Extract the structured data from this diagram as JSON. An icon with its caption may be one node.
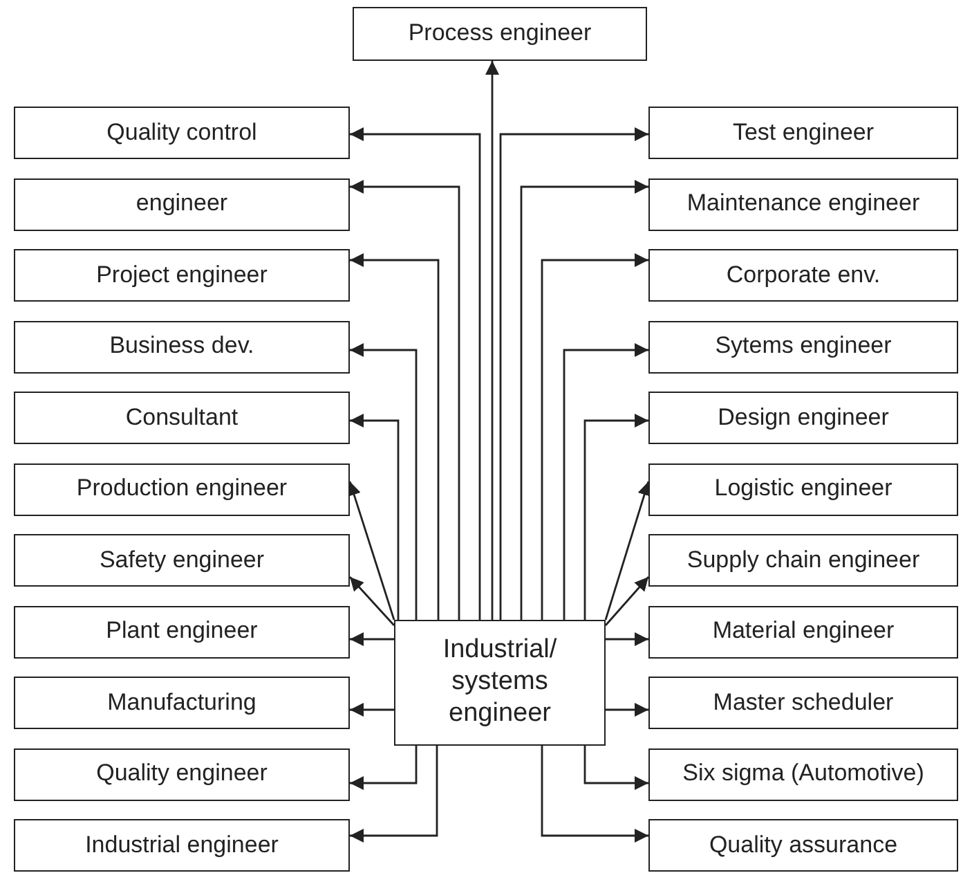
{
  "diagram": {
    "nodes": [
      {
        "text": [
          "Process engineer"
        ]
      },
      {
        "text": [
          "Quality control"
        ]
      },
      {
        "text": [
          "Test engineer"
        ]
      },
      {
        "text": [
          "engineer"
        ]
      },
      {
        "text": [
          "Maintenance engineer"
        ]
      },
      {
        "text": [
          "Project engineer"
        ]
      },
      {
        "text": [
          "Corporate env."
        ]
      },
      {
        "text": [
          "Business dev."
        ]
      },
      {
        "text": [
          "Sytems engineer"
        ]
      },
      {
        "text": [
          "Consultant"
        ]
      },
      {
        "text": [
          "Design engineer"
        ]
      },
      {
        "text": [
          "Production engineer"
        ]
      },
      {
        "text": [
          "Logistic engineer"
        ]
      },
      {
        "text": [
          "Safety engineer"
        ]
      },
      {
        "text": [
          "Supply chain engineer"
        ]
      },
      {
        "text": [
          "Plant engineer"
        ]
      },
      {
        "text": [
          "Material engineer"
        ]
      },
      {
        "text": [
          "Manufacturing"
        ]
      },
      {
        "text": [
          "Master scheduler"
        ]
      },
      {
        "text": [
          "Quality engineer"
        ]
      },
      {
        "text": [
          "Six sigma (Automotive)"
        ]
      },
      {
        "text": [
          "Industrial engineer"
        ]
      },
      {
        "text": [
          "Quality assurance"
        ]
      },
      {
        "text": [
          "Industrial/ systems engineer"
        ]
      }
    ],
    "edges": [
      {
        "from": 23,
        "to": 0,
        "arrow": "to"
      },
      {
        "from": 23,
        "to": 1,
        "arrow": "to"
      },
      {
        "from": 23,
        "to": 2,
        "arrow": "to"
      },
      {
        "from": 23,
        "to": 3,
        "arrow": "to"
      },
      {
        "from": 23,
        "to": 4,
        "arrow": "to"
      },
      {
        "from": 23,
        "to": 5,
        "arrow": "to"
      },
      {
        "from": 23,
        "to": 6,
        "arrow": "to"
      },
      {
        "from": 23,
        "to": 7,
        "arrow": "to"
      },
      {
        "from": 23,
        "to": 8,
        "arrow": "to"
      },
      {
        "from": 23,
        "to": 9,
        "arrow": "to"
      },
      {
        "from": 23,
        "to": 10,
        "arrow": "to"
      },
      {
        "from": 23,
        "to": 11,
        "arrow": "to"
      },
      {
        "from": 23,
        "to": 12,
        "arrow": "to"
      },
      {
        "from": 23,
        "to": 13,
        "arrow": "to"
      },
      {
        "from": 23,
        "to": 14,
        "arrow": "to"
      },
      {
        "from": 23,
        "to": 15,
        "arrow": "to"
      },
      {
        "from": 23,
        "to": 16,
        "arrow": "to"
      },
      {
        "from": 23,
        "to": 17,
        "arrow": "to"
      },
      {
        "from": 23,
        "to": 18,
        "arrow": "to"
      },
      {
        "from": 23,
        "to": 19,
        "arrow": "to"
      },
      {
        "from": 23,
        "to": 20,
        "arrow": "to"
      },
      {
        "from": 23,
        "to": 21,
        "arrow": "to"
      },
      {
        "from": 23,
        "to": 22,
        "arrow": "to"
      }
    ]
  }
}
